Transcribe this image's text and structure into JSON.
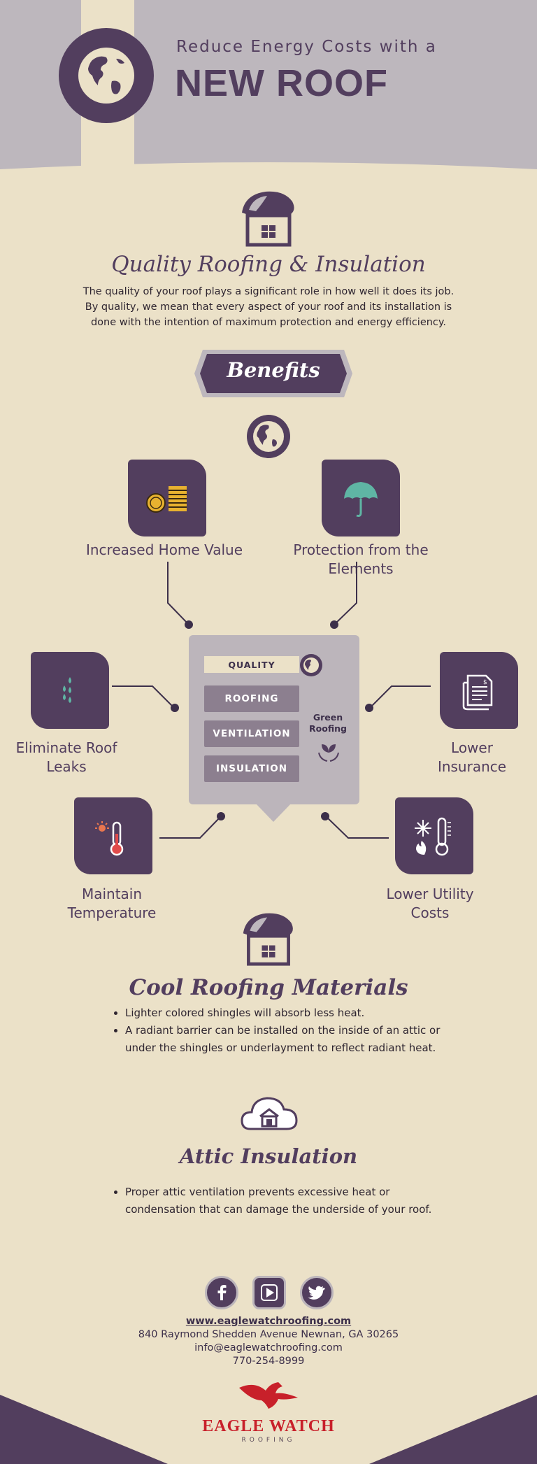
{
  "header": {
    "subtitle": "Reduce Energy Costs with a",
    "title": "NEW ROOF"
  },
  "quality": {
    "heading": "Quality Roofing & Insulation",
    "lines": [
      "The quality of your roof plays a significant role in how well it does its job.",
      "By quality, we mean that every aspect of your roof and its installation is",
      "done with the intention of maximum protection and energy efficiency."
    ]
  },
  "benefits": {
    "banner": "Benefits",
    "items": {
      "home_value": "Increased Home Value",
      "protection_1": "Protection from the",
      "protection_2": "Elements",
      "leaks_1": "Eliminate Roof",
      "leaks_2": "Leaks",
      "insurance_1": "Lower",
      "insurance_2": "Insurance",
      "temperature_1": "Maintain",
      "temperature_2": "Temperature",
      "utility_1": "Lower Utility",
      "utility_2": "Costs"
    },
    "card": {
      "quality": "QUALITY",
      "roofing": "ROOFING",
      "ventilation": "VENTILATION",
      "insulation": "INSULATION",
      "green_1": "Green",
      "green_2": "Roofing"
    }
  },
  "cool_roofing": {
    "heading": "Cool Roofing Materials",
    "bullets": [
      "Lighter colored shingles will absorb less heat.",
      "A radiant barrier can be installed on the inside of an attic or under the shingles or underlayment to reflect radiant heat."
    ]
  },
  "attic": {
    "heading": "Attic Insulation",
    "bullets": [
      "Proper attic ventilation prevents excessive heat or condensation that can damage the underside of your roof."
    ]
  },
  "footer": {
    "website": "www.eaglewatchroofing.com",
    "address": "840 Raymond Shedden Avenue Newnan, GA 30265",
    "email": "info@eaglewatchroofing.com",
    "phone": "770-254-8999",
    "logo_text": "EAGLE WATCH",
    "logo_sub": "ROOFING"
  },
  "icons": [
    "globe-icon",
    "house-icon",
    "coins-icon",
    "umbrella-icon",
    "raindrops-icon",
    "document-icon",
    "thermometer-icon",
    "snowflake-flame-icon",
    "plant-hands-icon",
    "cloud-house-icon",
    "facebook-icon",
    "youtube-icon",
    "twitter-icon",
    "eagle-icon"
  ],
  "colors": {
    "purple": "#523e5e",
    "cream": "#ebe1c8",
    "grey": "#bdb7bd",
    "red": "#c8202a"
  }
}
